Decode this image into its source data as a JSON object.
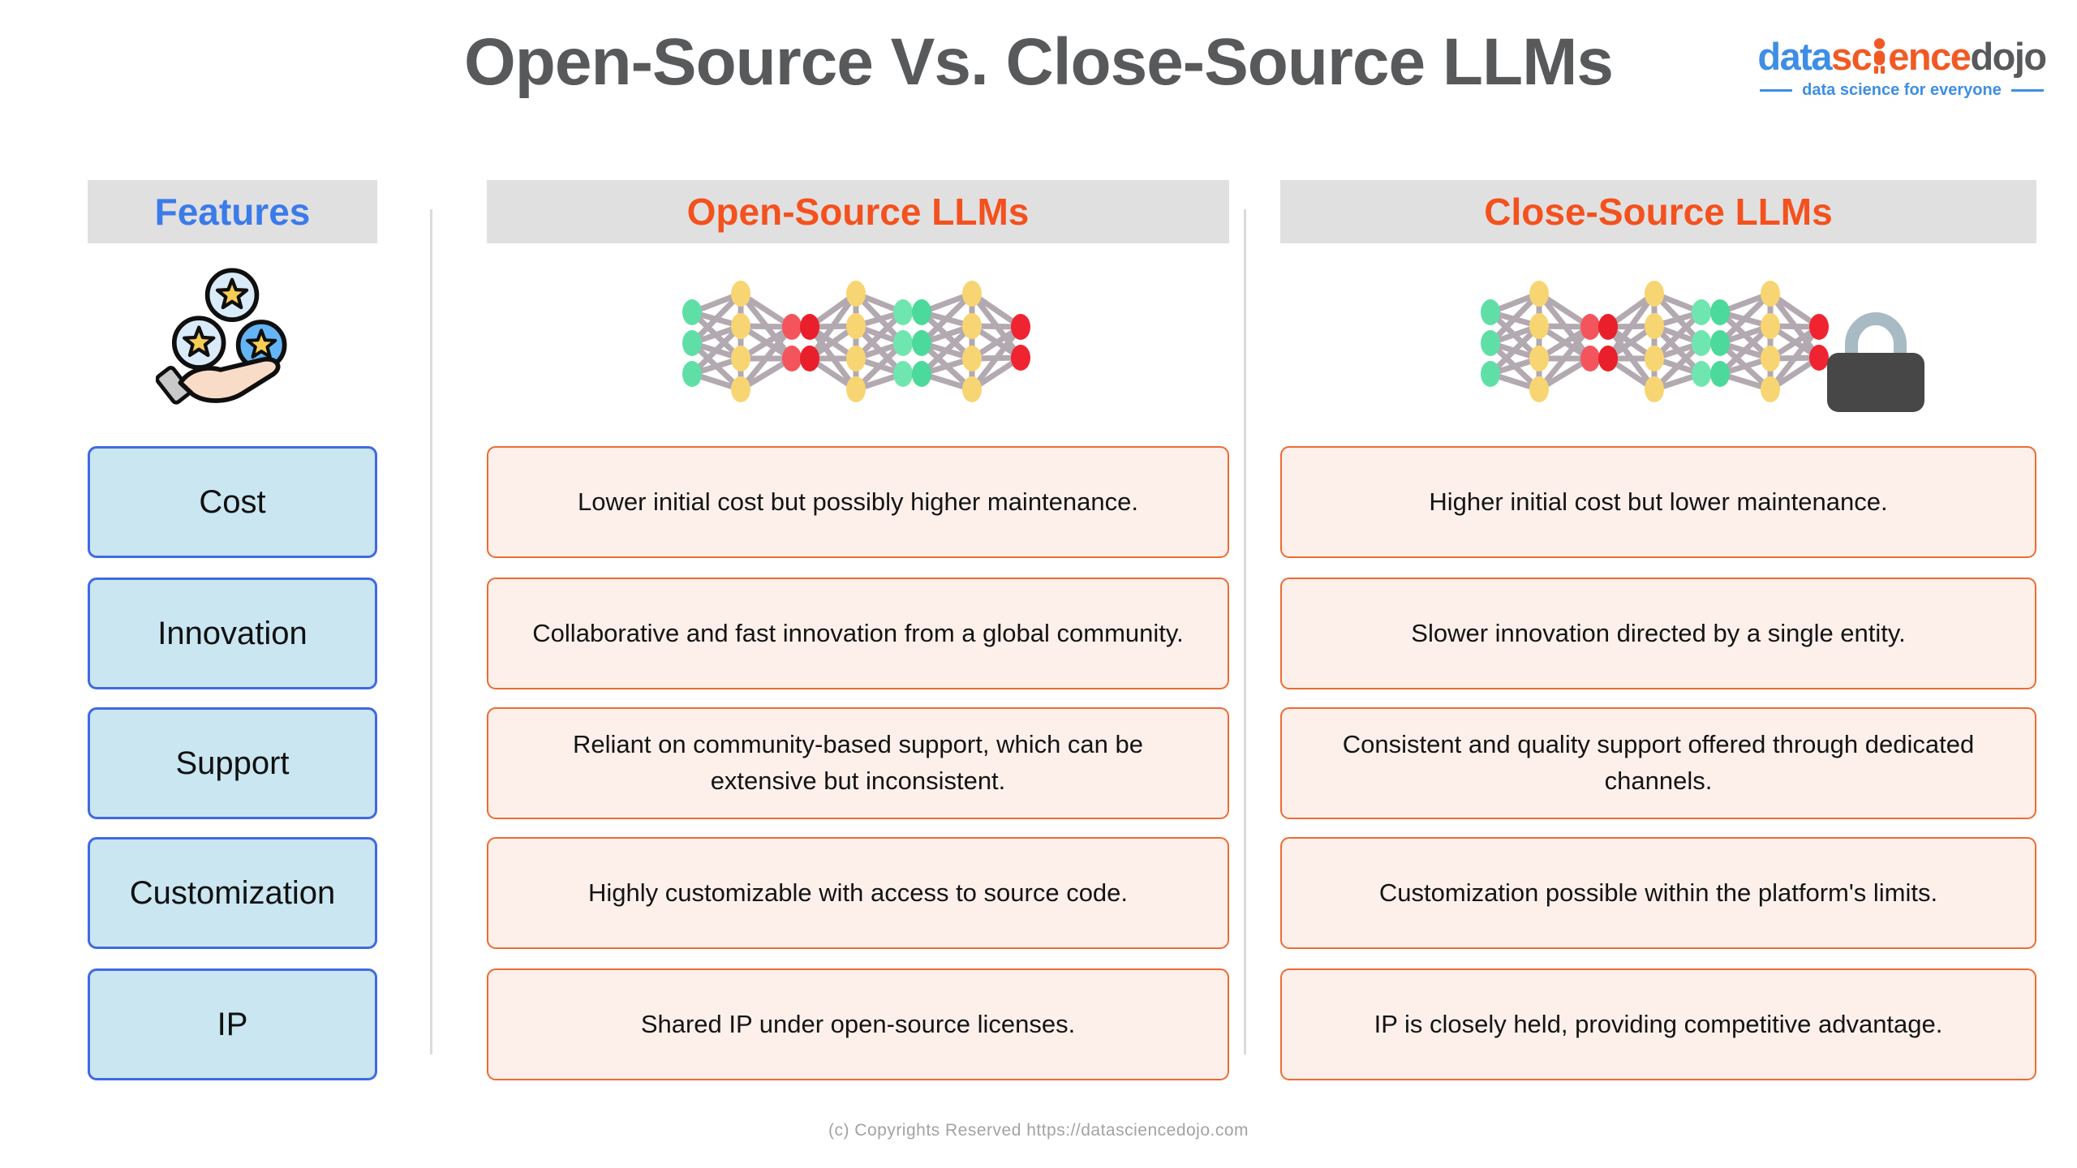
{
  "title": "Open-Source Vs. Close-Source LLMs",
  "logo": {
    "word_data": "data",
    "word_science_left": "sc",
    "word_science_right": "ence",
    "word_dojo": "dojo",
    "tagline": "data science for everyone"
  },
  "features": {
    "header": "Features",
    "icon": "hand-with-stars-icon",
    "items": [
      "Cost",
      "Innovation",
      "Support",
      "Customization",
      "IP"
    ]
  },
  "open_source": {
    "header": "Open-Source LLMs",
    "icon": "neural-network-icon",
    "rows": [
      "Lower initial cost but possibly higher maintenance.",
      "Collaborative and fast innovation from a global community.",
      "Reliant on community-based support, which can be extensive but inconsistent.",
      "Highly customizable with access to source code.",
      "Shared IP under open-source licenses."
    ]
  },
  "close_source": {
    "header": "Close-Source LLMs",
    "icon": "neural-network-locked-icon",
    "rows": [
      "Higher initial cost but lower maintenance.",
      "Slower innovation directed by a single entity.",
      "Consistent and quality support offered through dedicated channels.",
      "Customization possible within the platform's limits.",
      "IP is closely held, providing competitive advantage."
    ]
  },
  "footer": "(c) Copyrights Reserved  https://datasciencedojo.com",
  "colors": {
    "header_bg": "#E0E0E0",
    "features_header_text": "#3B7BE9",
    "llm_header_text": "#F4511E",
    "title_text": "#58595B",
    "feature_box_bg": "#C9E6F1",
    "feature_box_border": "#4169E1",
    "row_box_bg": "#FDF0EB",
    "row_box_border": "#ED6B33",
    "divider": "#DBDBDB",
    "logo_blue": "#3E8EE4",
    "logo_orange": "#F15A24",
    "logo_gray": "#58595B",
    "net_green": "#5FDFA6",
    "net_yellow": "#F8D573",
    "net_red": "#F4545C",
    "net_red_dark": "#E9202B",
    "net_edge": "#B3A9B1",
    "lock_body": "#474747",
    "lock_shackle": "#A8BAC4",
    "footer_text": "#A3A3A3"
  }
}
